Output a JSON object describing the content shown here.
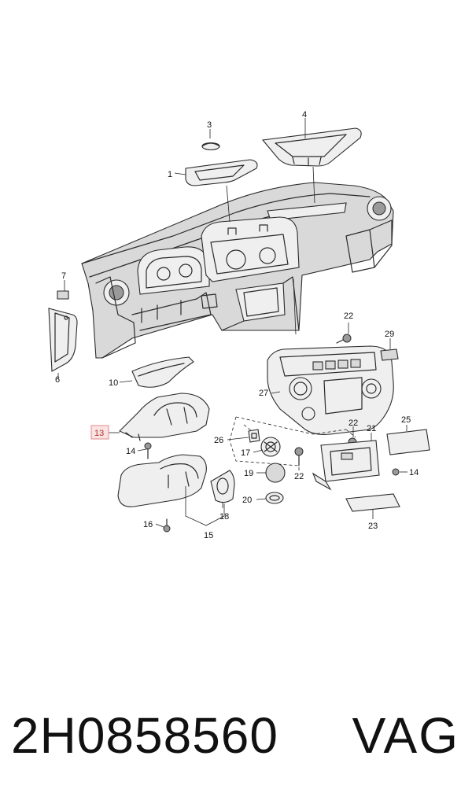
{
  "callouts": {
    "c1": "1",
    "c3": "3",
    "c4": "4",
    "c6": "6",
    "c7": "7",
    "c10": "10",
    "c13": "13",
    "c14a": "14",
    "c14b": "14",
    "c15": "15",
    "c16": "16",
    "c17": "17",
    "c18": "18",
    "c19": "19",
    "c20": "20",
    "c21": "21",
    "c22a": "22",
    "c22b": "22",
    "c22c": "22",
    "c23": "23",
    "c25": "25",
    "c26": "26",
    "c27": "27",
    "c29": "29"
  },
  "highlighted_callout": "13",
  "colors": {
    "highlight_fill": "#fbe3e3",
    "highlight_stroke": "#e38a8a",
    "line": "#2a2a2a"
  },
  "footer": {
    "part_number": "2H0858560",
    "brand": "VAG"
  }
}
